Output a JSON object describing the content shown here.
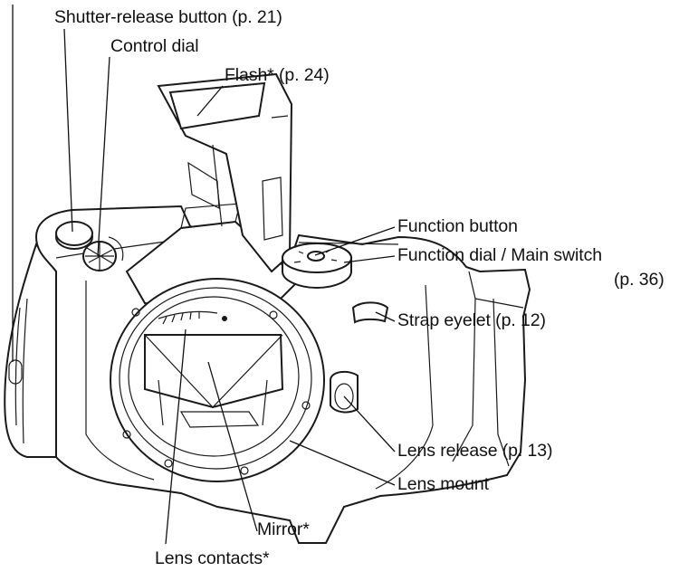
{
  "labels": {
    "shutter_release": "Shutter-release button (p. 21)",
    "control_dial": "Control dial",
    "flash": "Flash* (p. 24)",
    "function_button": "Function button",
    "function_dial_main_switch": "Function dial / Main switch",
    "function_dial_page": "(p. 36)",
    "strap_eyelet": "Strap eyelet (p. 12)",
    "lens_release": "Lens release (p. 13)",
    "lens_mount": "Lens mount",
    "mirror": "Mirror*",
    "lens_contacts": "Lens contacts*"
  },
  "colors": {
    "line": "#1a1a1a",
    "text": "#111111",
    "background": "#ffffff"
  }
}
